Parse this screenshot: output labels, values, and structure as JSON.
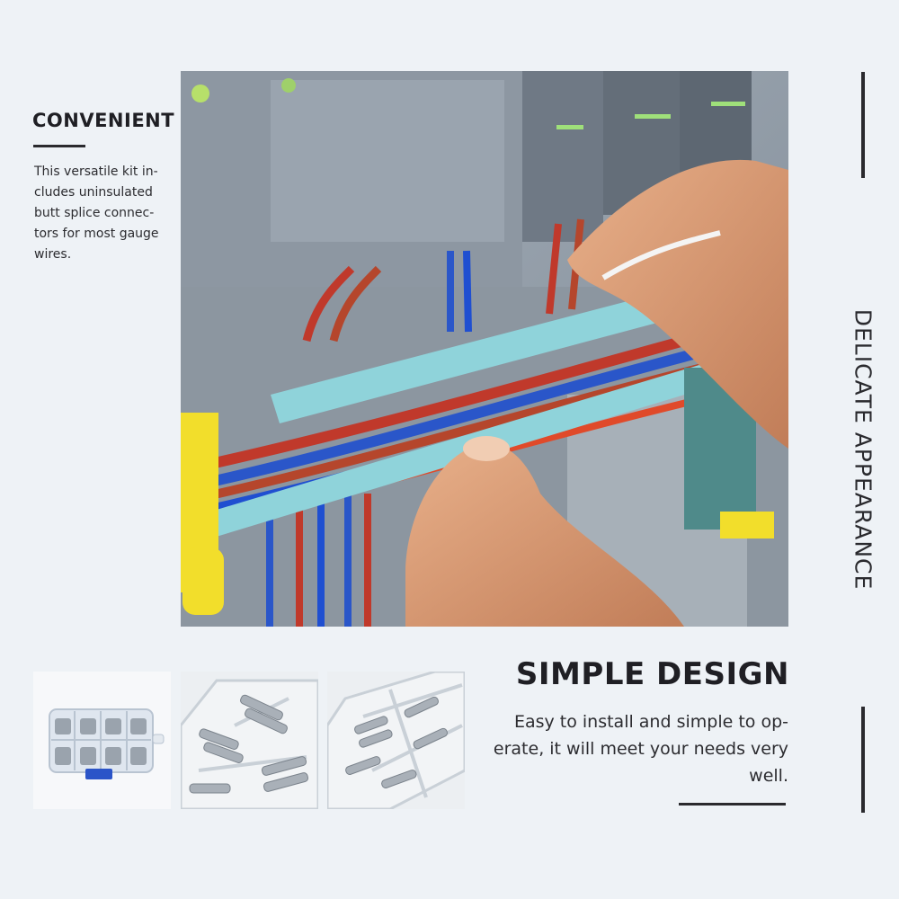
{
  "convenient": {
    "title": "CONVENIENT",
    "body": "This versatile kit in-cludes uninsulated butt splice connec-tors for most gauge wires."
  },
  "side_caption": "DELICATE APPEARANCE",
  "simple_design": {
    "title": "SIMPLE DESIGN",
    "body": "Easy to install and simple to op-erate, it will meet your needs very well."
  },
  "photo": {
    "subject": "hands-routing-colored-wires-in-electrical-cabinet",
    "wire_colors": [
      "#c0392b",
      "#2a56c9",
      "#b5462c",
      "#1f4fd1",
      "#e04a2a"
    ],
    "duct_color": "#8fd3da",
    "accent_yellow": "#f2de2b"
  },
  "thumbnails": [
    {
      "subject": "connector-kit-box-closed",
      "accent": "#2b54c8"
    },
    {
      "subject": "connector-kit-compartments-closeup"
    },
    {
      "subject": "connector-kit-compartments-angle"
    }
  ]
}
